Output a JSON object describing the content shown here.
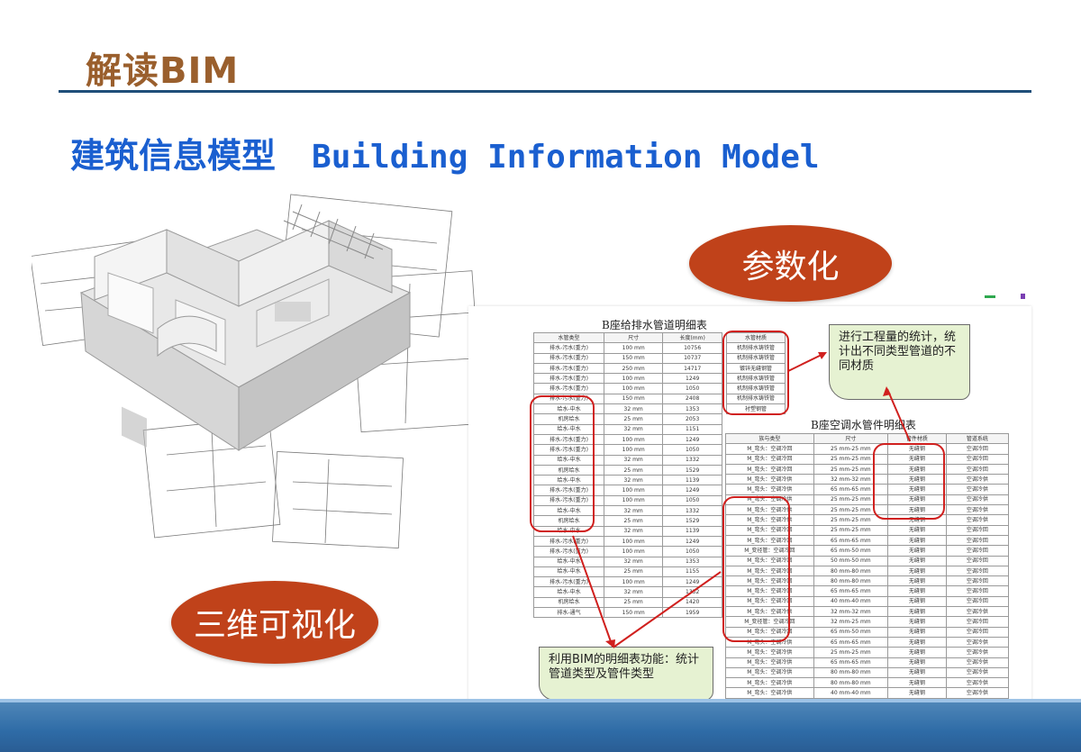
{
  "header": {
    "title": "解读BIM"
  },
  "subtitle": {
    "cn": "建筑信息模型",
    "en": "Building Information Model"
  },
  "labels": {
    "param": "参数化",
    "three_d": "三维可视化"
  },
  "callouts": {
    "stats": "进行工程量的统计，统计出不同类型管道的不同材质",
    "schedule": "利用BIM的明细表功能：统计管道类型及管件类型"
  },
  "table_left": {
    "title": "B座给排水管道明细表",
    "headers": [
      "水管类型",
      "尺寸",
      "长度(mm)"
    ],
    "rows": [
      [
        "排水-污水(重力)",
        "100 mm",
        "10756"
      ],
      [
        "排水-污水(重力)",
        "150 mm",
        "10737"
      ],
      [
        "排水-污水(重力)",
        "250 mm",
        "14717"
      ],
      [
        "排水-污水(重力)",
        "100 mm",
        "1249"
      ],
      [
        "排水-污水(重力)",
        "100 mm",
        "1050"
      ],
      [
        "排水-污水(重力)",
        "150 mm",
        "2408"
      ],
      [
        "给水-中水",
        "32 mm",
        "1353"
      ],
      [
        "机房给水",
        "25 mm",
        "2053"
      ],
      [
        "给水-中水",
        "32 mm",
        "1151"
      ],
      [
        "排水-污水(重力)",
        "100 mm",
        "1249"
      ],
      [
        "排水-污水(重力)",
        "100 mm",
        "1050"
      ],
      [
        "给水-中水",
        "32 mm",
        "1332"
      ],
      [
        "机房给水",
        "25 mm",
        "1529"
      ],
      [
        "给水-中水",
        "32 mm",
        "1139"
      ],
      [
        "排水-污水(重力)",
        "100 mm",
        "1249"
      ],
      [
        "排水-污水(重力)",
        "100 mm",
        "1050"
      ],
      [
        "给水-中水",
        "32 mm",
        "1332"
      ],
      [
        "机房给水",
        "25 mm",
        "1529"
      ],
      [
        "给水-中水",
        "32 mm",
        "1139"
      ],
      [
        "排水-污水(重力)",
        "100 mm",
        "1249"
      ],
      [
        "排水-污水(重力)",
        "100 mm",
        "1050"
      ],
      [
        "给水-中水",
        "32 mm",
        "1353"
      ],
      [
        "给水-中水",
        "25 mm",
        "1155"
      ],
      [
        "排水-污水(重力)",
        "100 mm",
        "1249"
      ],
      [
        "给水-中水",
        "32 mm",
        "1332"
      ],
      [
        "机房给水",
        "25 mm",
        "1420"
      ],
      [
        "排水-通气",
        "150 mm",
        "1959"
      ]
    ]
  },
  "material_col": {
    "header": "水管材质",
    "rows": [
      "机制排水铸铁管",
      "机制排水铸铁管",
      "镀锌无缝钢管",
      "机制排水铸铁管",
      "机制排水铸铁管",
      "机制排水铸铁管",
      "衬塑钢管"
    ]
  },
  "table_right": {
    "title": "B座空调水管件明细表",
    "headers": [
      "族与类型",
      "尺寸",
      "管件材质",
      "管道系统"
    ],
    "rows": [
      [
        "M_弯头：空调冷回",
        "25 mm-25 mm",
        "无缝钢",
        "空调冷回"
      ],
      [
        "M_弯头：空调冷回",
        "25 mm-25 mm",
        "无缝钢",
        "空调冷回"
      ],
      [
        "M_弯头：空调冷回",
        "25 mm-25 mm",
        "无缝钢",
        "空调冷回"
      ],
      [
        "M_弯头：空调冷供",
        "32 mm-32 mm",
        "无缝钢",
        "空调冷供"
      ],
      [
        "M_弯头：空调冷供",
        "65 mm-65 mm",
        "无缝钢",
        "空调冷供"
      ],
      [
        "M_弯头：空调冷供",
        "25 mm-25 mm",
        "无缝钢",
        "空调冷供"
      ],
      [
        "M_弯头：空调冷供",
        "25 mm-25 mm",
        "无缝钢",
        "空调冷供"
      ],
      [
        "M_弯头：空调冷供",
        "25 mm-25 mm",
        "无缝钢",
        "空调冷供"
      ],
      [
        "M_弯头：空调冷回",
        "25 mm-25 mm",
        "无缝钢",
        "空调冷回"
      ],
      [
        "M_弯头：空调冷回",
        "65 mm-65 mm",
        "无缝钢",
        "空调冷回"
      ],
      [
        "M_变径管：空调冷回",
        "65 mm-50 mm",
        "无缝钢",
        "空调冷回"
      ],
      [
        "M_弯头：空调冷回",
        "50 mm-50 mm",
        "无缝钢",
        "空调冷回"
      ],
      [
        "M_弯头：空调冷回",
        "80 mm-80 mm",
        "无缝钢",
        "空调冷回"
      ],
      [
        "M_弯头：空调冷回",
        "80 mm-80 mm",
        "无缝钢",
        "空调冷回"
      ],
      [
        "M_弯头：空调冷回",
        "65 mm-65 mm",
        "无缝钢",
        "空调冷回"
      ],
      [
        "M_弯头：空调冷回",
        "40 mm-40 mm",
        "无缝钢",
        "空调冷回"
      ],
      [
        "M_弯头：空调冷供",
        "32 mm-32 mm",
        "无缝钢",
        "空调冷供"
      ],
      [
        "M_变径管：空调冷回",
        "32 mm-25 mm",
        "无缝钢",
        "空调冷回"
      ],
      [
        "M_弯头：空调冷回",
        "65 mm-50 mm",
        "无缝钢",
        "空调冷回"
      ],
      [
        "M_弯头：空调冷供",
        "65 mm-65 mm",
        "无缝钢",
        "空调冷供"
      ],
      [
        "M_弯头：空调冷供",
        "25 mm-25 mm",
        "无缝钢",
        "空调冷供"
      ],
      [
        "M_弯头：空调冷供",
        "65 mm-65 mm",
        "无缝钢",
        "空调冷供"
      ],
      [
        "M_弯头：空调冷供",
        "80 mm-80 mm",
        "无缝钢",
        "空调冷供"
      ],
      [
        "M_弯头：空调冷供",
        "80 mm-80 mm",
        "无缝钢",
        "空调冷供"
      ],
      [
        "M_弯头：空调冷供",
        "40 mm-40 mm",
        "无缝钢",
        "空调冷供"
      ],
      [
        "M_弯头：空调冷供",
        "32 mm-32 mm",
        "无缝钢",
        "空调冷供"
      ]
    ]
  },
  "colors": {
    "header_text": "#9a5f2d",
    "subtitle": "#1a5fd0",
    "oval": "#c0421a",
    "callout": "#e6f2d2",
    "highlight": "#d0201e",
    "footer": "#2e6ba6"
  }
}
